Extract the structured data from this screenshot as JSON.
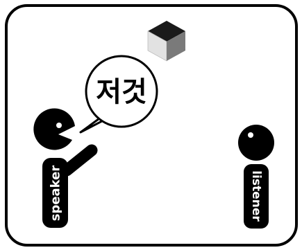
{
  "speech_word": "저것",
  "speaker_label": "speaker",
  "listener_label": "listener",
  "colors": {
    "figure": "#000000",
    "frame": "#000000",
    "cube_top": "#1a1a1a",
    "cube_left": "#e2e2e2",
    "cube_right": "#7a7a7a"
  }
}
